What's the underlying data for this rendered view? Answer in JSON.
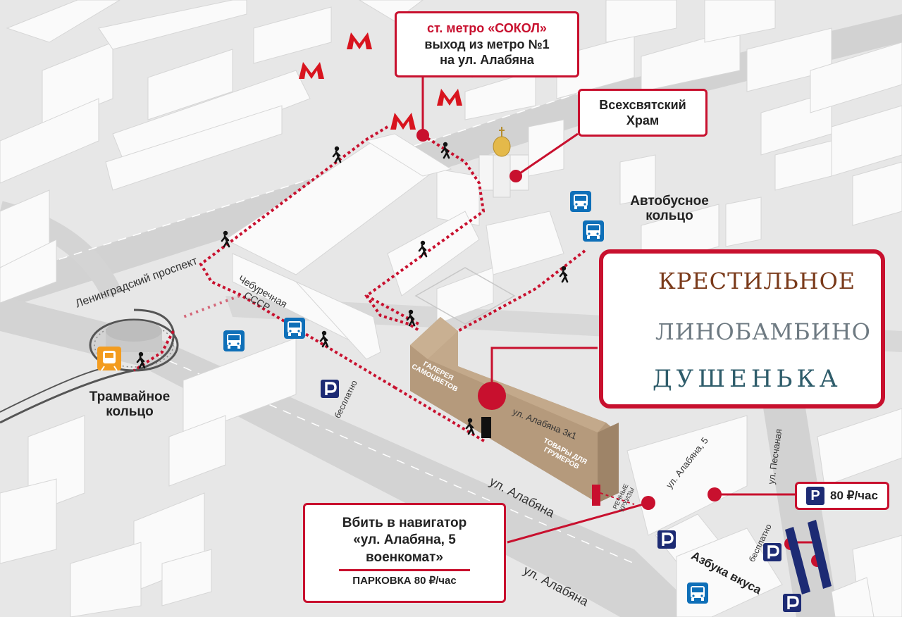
{
  "metro": {
    "title": "ст. метро «СОКОЛ»",
    "line2": "выход из метро №1",
    "line3": "на ул. Алабяна"
  },
  "church": {
    "line1": "Всехсвятский",
    "line2": "Храм"
  },
  "bus_ring": {
    "line1": "Автобусное",
    "line2": "кольцо"
  },
  "tram_ring": {
    "line1": "Трамвайное",
    "line2": "кольцо"
  },
  "brands": [
    "КРЕСТИЛЬНОЕ",
    "ЛИНОБАМБИНО",
    "ДУШЕНЬКА"
  ],
  "streets": {
    "leningradsky": "Ленинградский проспект",
    "alabyana_1": "ул. Алабяна",
    "alabyana_2": "ул. Алабяна",
    "alabyana_3k1": "ул. Алабяна 3к1",
    "alabyana_5": "ул. Алабяна, 5",
    "peschanaya": "ул. Песчаная"
  },
  "places": {
    "cheburechnaya": "Чебуречная СССР",
    "gallery": "ГАЛЕРЕЯ САМОЦВЕТОВ",
    "groomers": "ТОВАРЫ ДЛЯ ГРУМЕРОВ",
    "river_cruises": "РЕЧНЫЕ КРУИЗЫ",
    "azbuka": "Азбука вкуса"
  },
  "parking": {
    "free_1": "бесплатно",
    "free_2": "бесплатно",
    "paid_price": "80 ₽/час",
    "symbol": "P"
  },
  "navigator": {
    "line1": "Вбить в навигатор",
    "line2": "«ул. Алабяна, 5",
    "line3": "военкомат»",
    "parking": "ПАРКОВКА 80 ₽/час"
  },
  "icons": {
    "metro": "metro-m-icon",
    "bus": "bus-stop-icon",
    "tram": "tram-stop-icon",
    "walker": "pedestrian-icon",
    "parking": "parking-icon"
  },
  "colors": {
    "accent": "#c8102e",
    "bus_blue": "#0e6fb8",
    "parking_navy": "#1d2b74",
    "tram_orange": "#f39c1f",
    "target_building": "#b59a7c",
    "building": "#fafafa",
    "ground": "#e7e7e7",
    "road": "#d2d2d2",
    "brand_krestilnoe": "#7a3a1a",
    "brand_linobambino": "#6e7a82",
    "brand_dushenka": "#2f5d6b"
  }
}
